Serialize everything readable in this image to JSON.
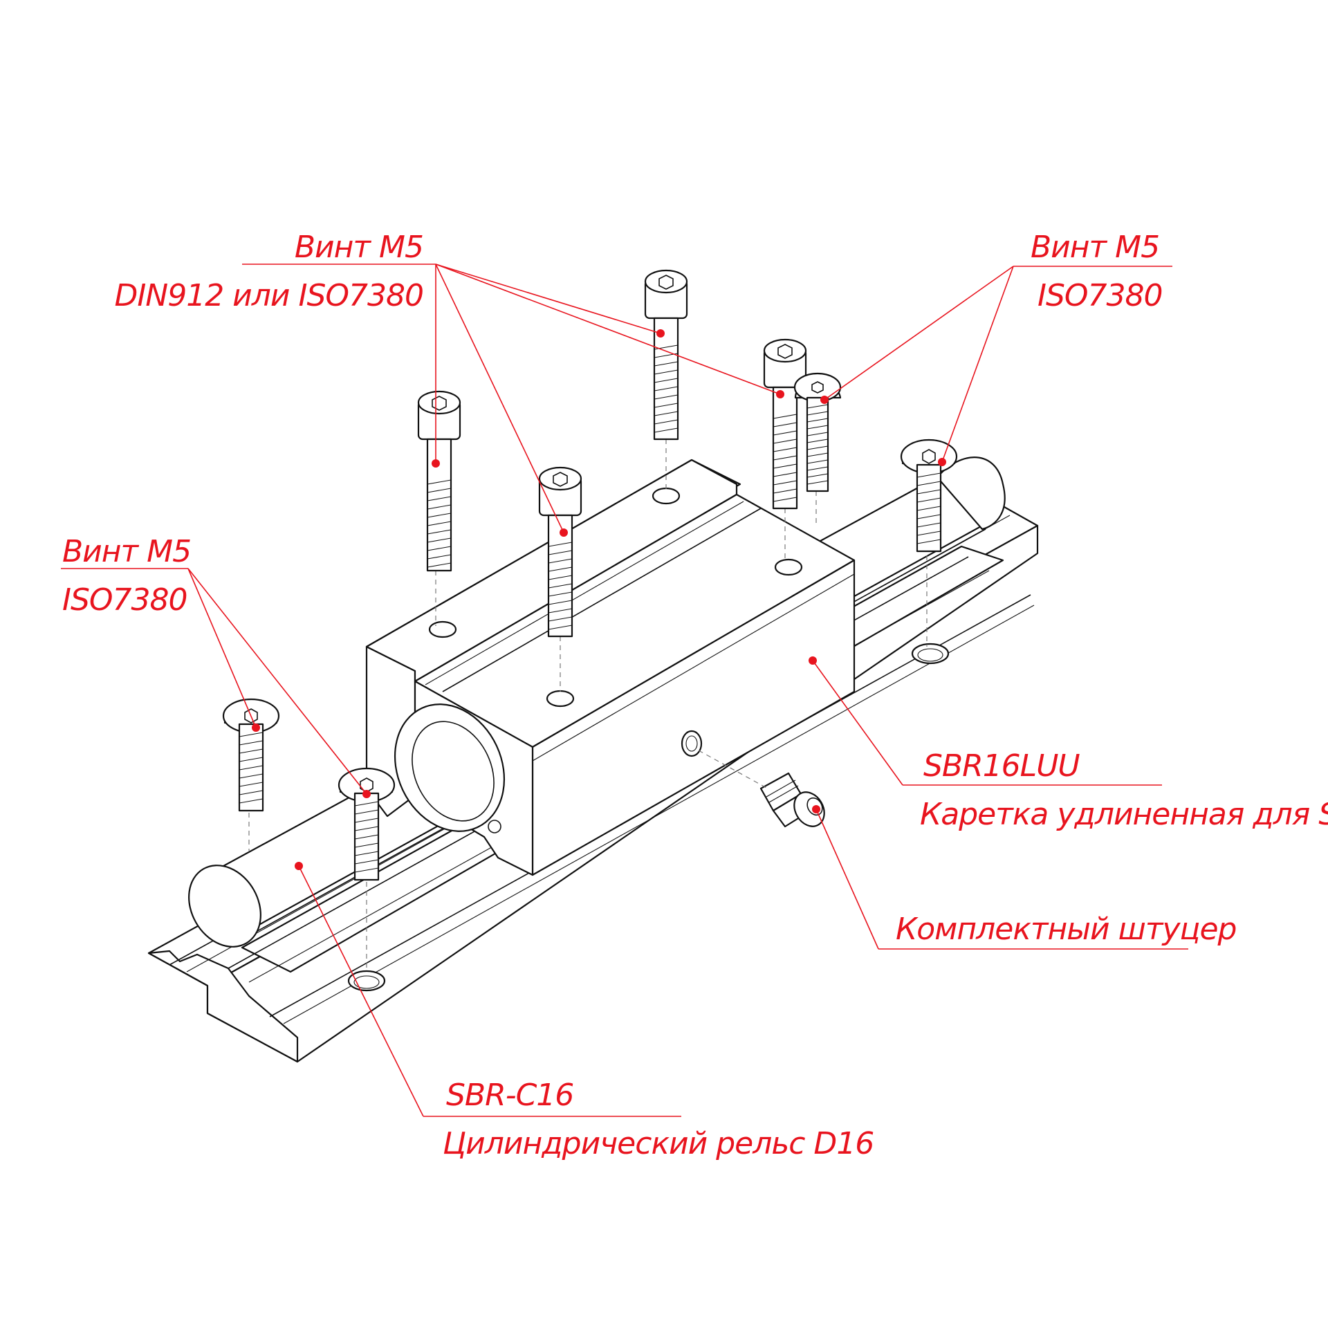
{
  "colors": {
    "annotation": "#e8141e",
    "line": "#111111",
    "background": "#ffffff"
  },
  "callouts": {
    "top_left": {
      "line1": "Винт M5",
      "line2": "DIN912 или ISO7380"
    },
    "top_right": {
      "line1": "Винт M5",
      "line2": "ISO7380"
    },
    "left": {
      "line1": "Винт M5",
      "line2": "ISO7380"
    },
    "carriage": {
      "line1": "SBR16LUU",
      "line2": "Каретка удлиненная для SBR"
    },
    "fitting": {
      "line1": "Комплектный штуцер"
    },
    "rail": {
      "line1": "SBR-C16",
      "line2": "Цилиндрический рельс D16"
    }
  }
}
